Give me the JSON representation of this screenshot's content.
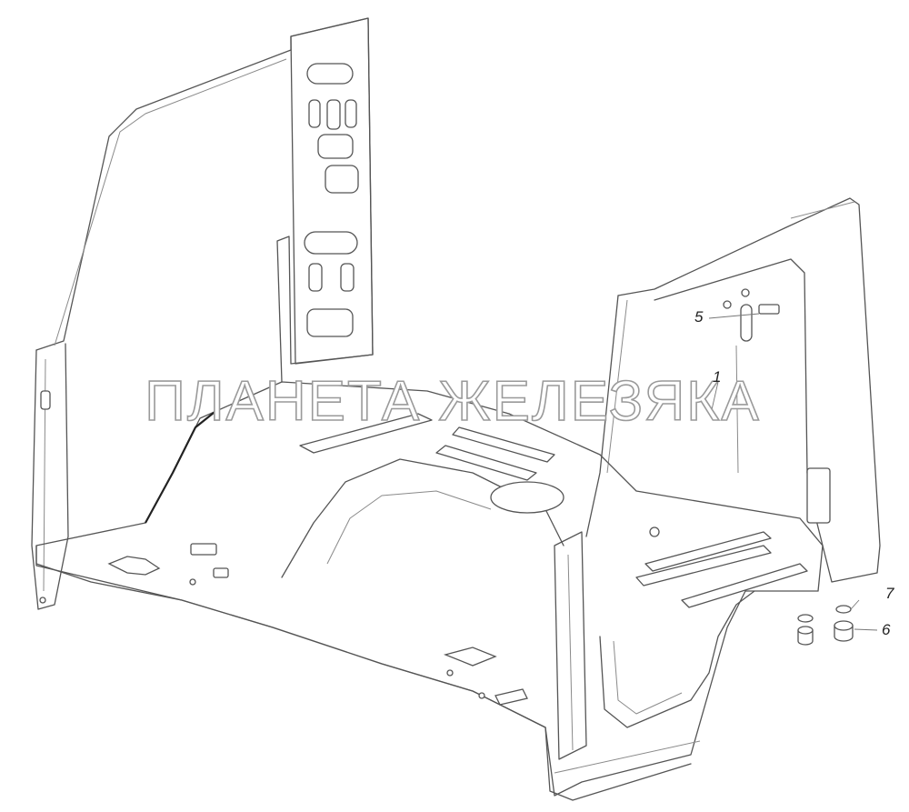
{
  "diagram": {
    "watermark": "ПЛАНЕТА ЖЕЛЕЗЯКА",
    "callouts": [
      {
        "id": "1",
        "label": "1"
      },
      {
        "id": "5",
        "label": "5"
      },
      {
        "id": "6",
        "label": "6"
      },
      {
        "id": "7",
        "label": "7"
      }
    ]
  }
}
